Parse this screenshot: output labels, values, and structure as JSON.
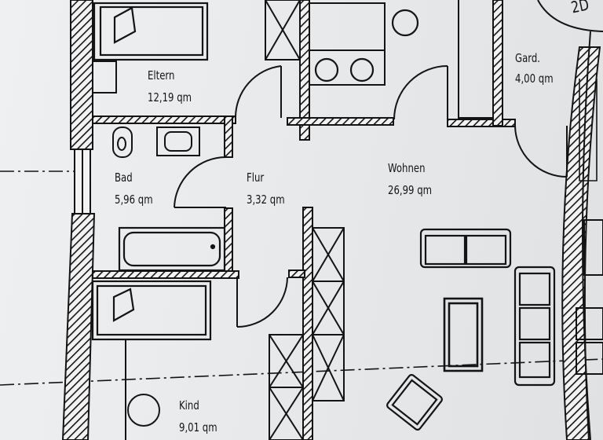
{
  "rooms": {
    "eltern": {
      "name": "Eltern",
      "area": "12,19 qm"
    },
    "bad": {
      "name": "Bad",
      "area": "5,96 qm"
    },
    "flur": {
      "name": "Flur",
      "area": "3,32 qm"
    },
    "wohnen": {
      "name": "Wohnen",
      "area": "26,99 qm"
    },
    "gard": {
      "name": "Gard.",
      "area": "4,00 qm"
    },
    "kind": {
      "name": "Kind",
      "area": "9,01 qm"
    }
  },
  "corner_mark": "2D",
  "colors": {
    "ink": "#141414",
    "paper": "#e9eaec"
  }
}
